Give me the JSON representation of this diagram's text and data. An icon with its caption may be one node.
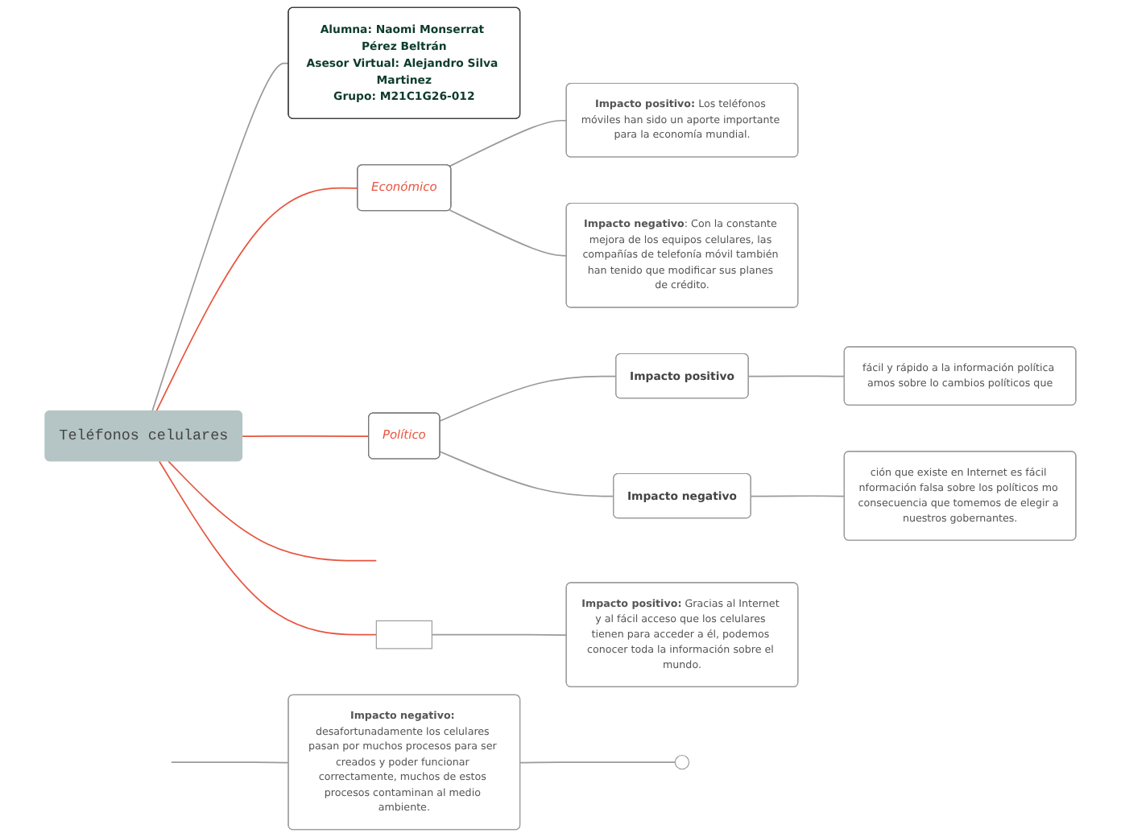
{
  "diagram": {
    "nodes": [
      {
        "text": [
          "Teléfonos celulares"
        ]
      },
      {
        "text": [
          "Alumna: Naomi Monserrat Pérez Beltrán",
          "Asesor Virtual: Alejandro Silva Martinez",
          "Grupo: M21C1G26-012"
        ]
      },
      {
        "text": [
          "Económico"
        ]
      },
      {
        "text": [
          "**Impacto positivo:** Los teléfonos móviles han sido un aporte importante para la economía mundial."
        ]
      },
      {
        "text": [
          "**Impacto negativo**: Con la constante mejora de los equipos celulares, las compañías de telefonía móvil también han tenido que modificar sus planes de crédito."
        ]
      },
      {
        "text": [
          "Político"
        ]
      },
      {
        "text": [
          "Impacto positivo"
        ]
      },
      {
        "text": [
          "fácil y rápido a la información política amos sobre lo cambios políticos que"
        ]
      },
      {
        "text": [
          "Impacto negativo"
        ]
      },
      {
        "text": [
          "ción que existe en Internet es fácil nformación falsa sobre los políticos mo consecuencia que tomemos de elegir a nuestros gobernantes."
        ]
      },
      {
        "text": [
          "**Impacto negativo:** desafortunadamente los celulares pasan por muchos procesos para ser creados y poder funcionar correctamente, muchos de estos procesos contaminan al medio ambiente."
        ]
      },
      {
        "text": [],
        "shape": "circle"
      },
      {
        "text": [],
        "shape": "box"
      },
      {
        "text": [
          "**Impacto positivo:** Gracias al Internet y al fácil acceso que los celulares tienen para acceder a él, podemos conocer toda la información sobre el mundo."
        ]
      }
    ],
    "edges": [
      {
        "from": 0,
        "to": 1,
        "arrow": "none"
      },
      {
        "from": 0,
        "to": 2,
        "arrow": "none",
        "color": "#e8553e"
      },
      {
        "from": 2,
        "to": 3,
        "arrow": "none"
      },
      {
        "from": 2,
        "to": 4,
        "arrow": "none"
      },
      {
        "from": 0,
        "to": 5,
        "arrow": "none",
        "color": "#e8553e"
      },
      {
        "from": 5,
        "to": 6,
        "arrow": "none"
      },
      {
        "from": 5,
        "to": 8,
        "arrow": "none"
      },
      {
        "from": 6,
        "to": 7,
        "arrow": "none"
      },
      {
        "from": 8,
        "to": 9,
        "arrow": "none"
      },
      {
        "from": 0,
        "to": null,
        "arrow": "none",
        "color": "#e8553e"
      },
      {
        "from": null,
        "to": 10,
        "arrow": "none"
      },
      {
        "from": 10,
        "to": 11,
        "arrow": "none"
      },
      {
        "from": 0,
        "to": 12,
        "arrow": "none",
        "color": "#e8553e"
      },
      {
        "from": 12,
        "to": 13,
        "arrow": "none"
      }
    ]
  }
}
